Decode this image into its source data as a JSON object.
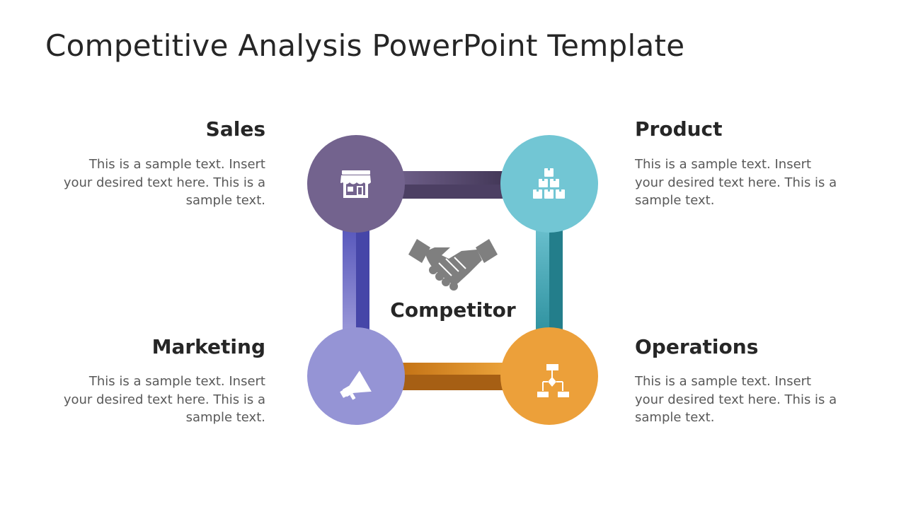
{
  "slide": {
    "title": "Competitive Analysis PowerPoint Template"
  },
  "center": {
    "label": "Competitor",
    "icon": "handshake-icon"
  },
  "nodes": [
    {
      "id": "sales",
      "heading": "Sales",
      "text": "This is a sample text. Insert your desired text here. This is a sample text.",
      "color": "#73638E",
      "icon": "storefront-icon"
    },
    {
      "id": "product",
      "heading": "Product",
      "text": "This is a sample text. Insert your desired text here. This is a sample text.",
      "color": "#72C6D4",
      "icon": "boxes-pyramid-icon"
    },
    {
      "id": "marketing",
      "heading": "Marketing",
      "text": "This is a sample text. Insert your desired text here. This is a sample text.",
      "color": "#9594D5",
      "icon": "megaphone-icon"
    },
    {
      "id": "operations",
      "heading": "Operations",
      "text": "This is a sample text. Insert your desired text here. This is a sample text.",
      "color": "#ECA03A",
      "icon": "flowchart-icon"
    }
  ],
  "colors": {
    "sales_to_product_arrow": "#4E3E5E",
    "product_to_operations_arrow": "#2E8E9E",
    "operations_to_marketing_arrow": "#C7781A",
    "marketing_to_sales_arrow": "#5B5BC0",
    "handshake": "#7F7F7F"
  }
}
